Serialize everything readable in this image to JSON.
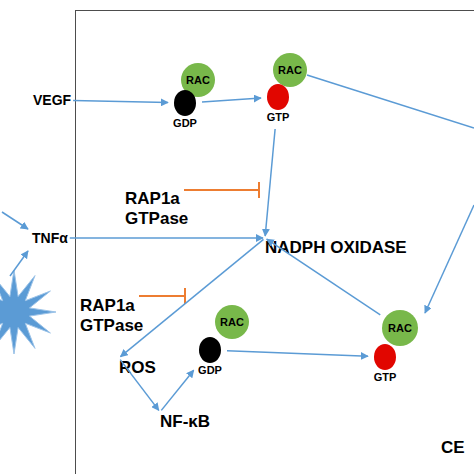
{
  "diagram": {
    "nodes": [
      {
        "text": [
          "CE"
        ]
      },
      {
        "text": [
          "VEGF"
        ]
      },
      {
        "text": [
          "RAC"
        ],
        "in": 0
      },
      {
        "text": [
          "GDP"
        ],
        "in": 0
      },
      {
        "text": [
          "RAC"
        ],
        "in": 0
      },
      {
        "text": [
          "GTP"
        ],
        "in": 0
      },
      {
        "text": [
          "RAP1a GTPase"
        ],
        "in": 0
      },
      {
        "text": [
          "TNFα"
        ]
      },
      {
        "text": [
          "NADPH OXIDASE"
        ],
        "in": 0
      },
      {
        "text": [
          "RAP1a GTPase"
        ],
        "in": 0
      },
      {
        "text": [
          "RAC"
        ],
        "in": 0
      },
      {
        "text": [
          "GDP"
        ],
        "in": 0
      },
      {
        "text": [
          "RAC"
        ],
        "in": 0
      },
      {
        "text": [
          "GTP"
        ],
        "in": 0
      },
      {
        "text": [
          "ROS"
        ],
        "in": 0
      },
      {
        "text": [
          "NF-κB"
        ],
        "in": 0
      }
    ],
    "edges": [
      {
        "from": 1,
        "to": 3,
        "arrow": "to"
      },
      {
        "from": 3,
        "to": 5,
        "arrow": "to"
      },
      {
        "from": 5,
        "to": 8,
        "arrow": "to"
      },
      {
        "from": 7,
        "to": 8,
        "arrow": "to"
      },
      {
        "from": 8,
        "to": 14,
        "arrow": "to"
      },
      {
        "from": 14,
        "to": 15,
        "arrow": "to"
      },
      {
        "from": 15,
        "to": 11,
        "arrow": "to"
      },
      {
        "from": 11,
        "to": 13,
        "arrow": "to"
      },
      {
        "from": 12,
        "to": 8,
        "arrow": "to"
      }
    ]
  }
}
